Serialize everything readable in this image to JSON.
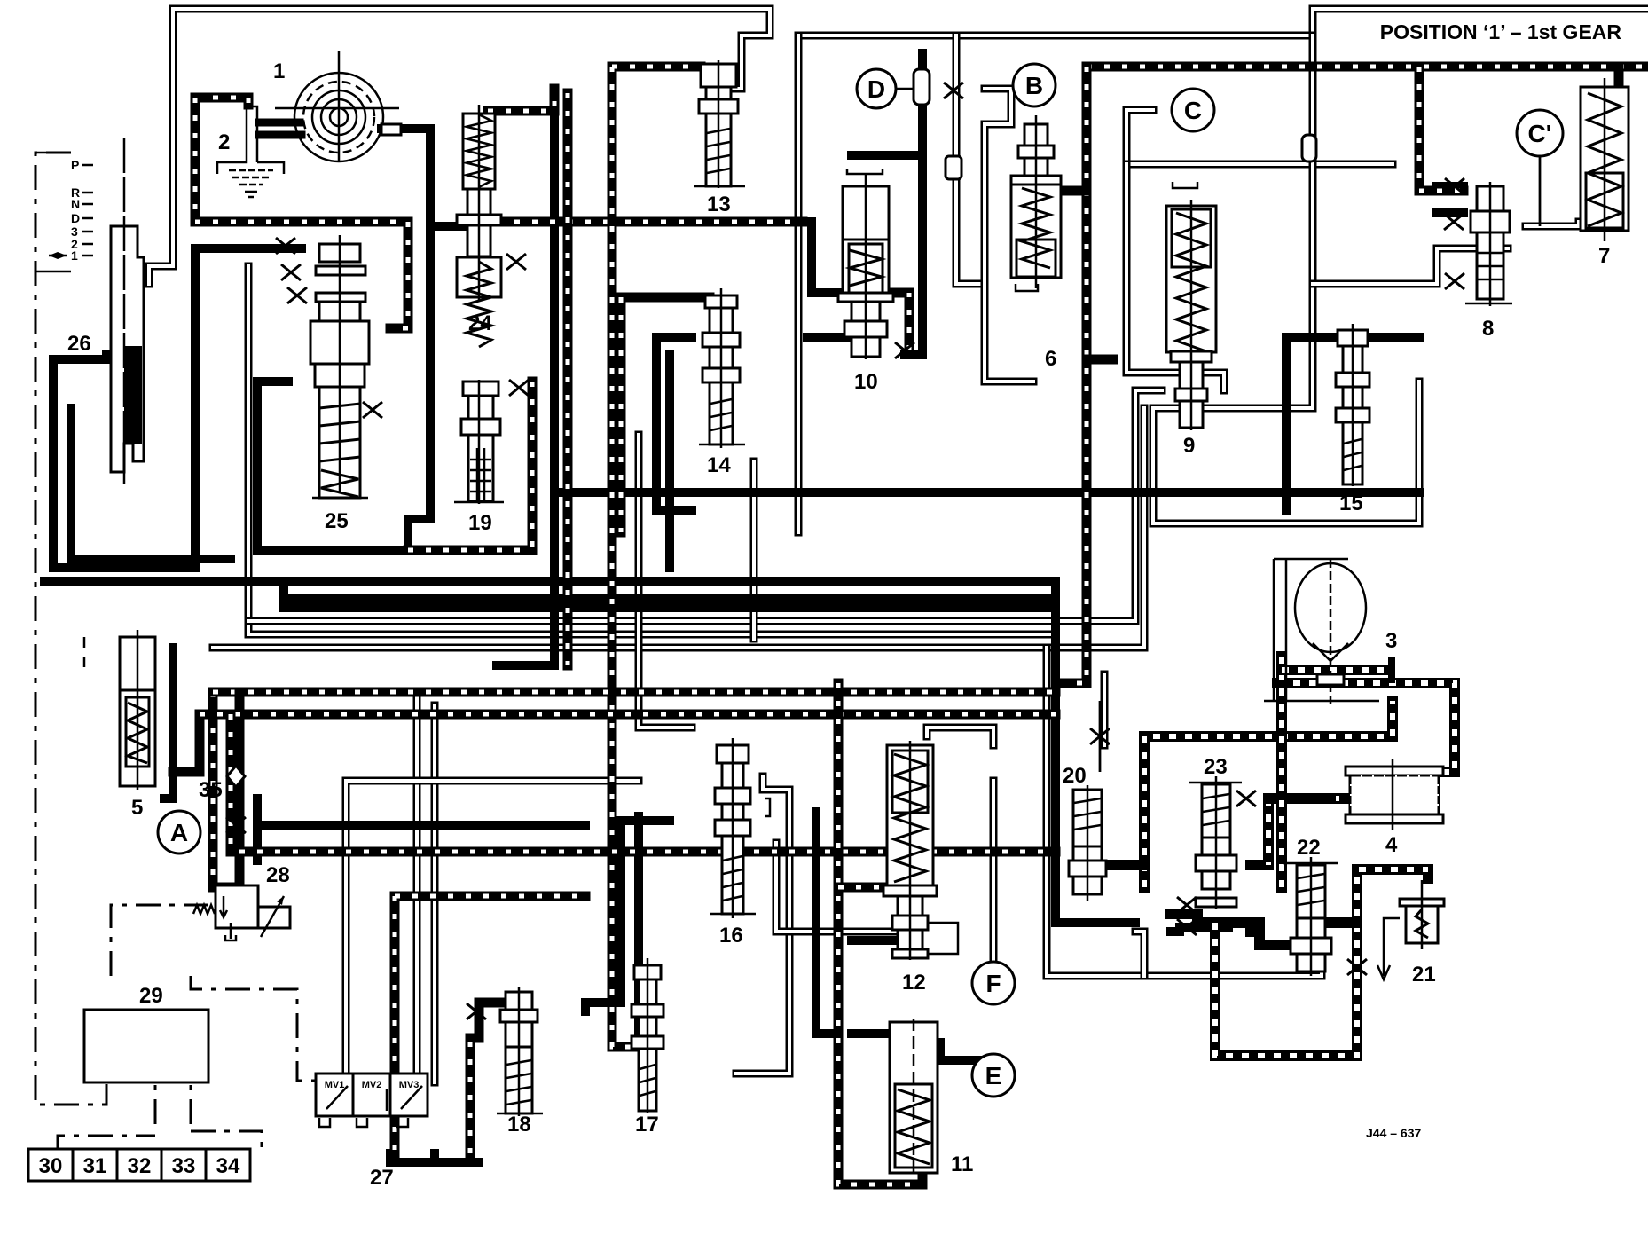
{
  "title": "POSITION ‘1’ – 1st GEAR",
  "reference": "J44 – 637",
  "selector": {
    "positions": [
      "P",
      "R",
      "N",
      "D",
      "3",
      "2",
      "1"
    ],
    "selected": "1"
  },
  "components": {
    "c1": "1",
    "c2": "2",
    "c3": "3",
    "c4": "4",
    "c5": "5",
    "c6": "6",
    "c7": "7",
    "c8": "8",
    "c9": "9",
    "c10": "10",
    "c11": "11",
    "c12": "12",
    "c13": "13",
    "c14": "14",
    "c15": "15",
    "c16": "16",
    "c17": "17",
    "c18": "18",
    "c19": "19",
    "c20": "20",
    "c21": "21",
    "c22": "22",
    "c23": "23",
    "c24": "24",
    "c25": "25",
    "c26": "26",
    "c27": "27",
    "c28": "28",
    "c29": "29",
    "c35": "35"
  },
  "connectors": {
    "A": "A",
    "B": "B",
    "C": "C",
    "Cp": "C'",
    "D": "D",
    "E": "E",
    "F": "F"
  },
  "solenoids": [
    "MV1",
    "MV2",
    "MV3"
  ],
  "terminals": [
    "30",
    "31",
    "32",
    "33",
    "34"
  ]
}
